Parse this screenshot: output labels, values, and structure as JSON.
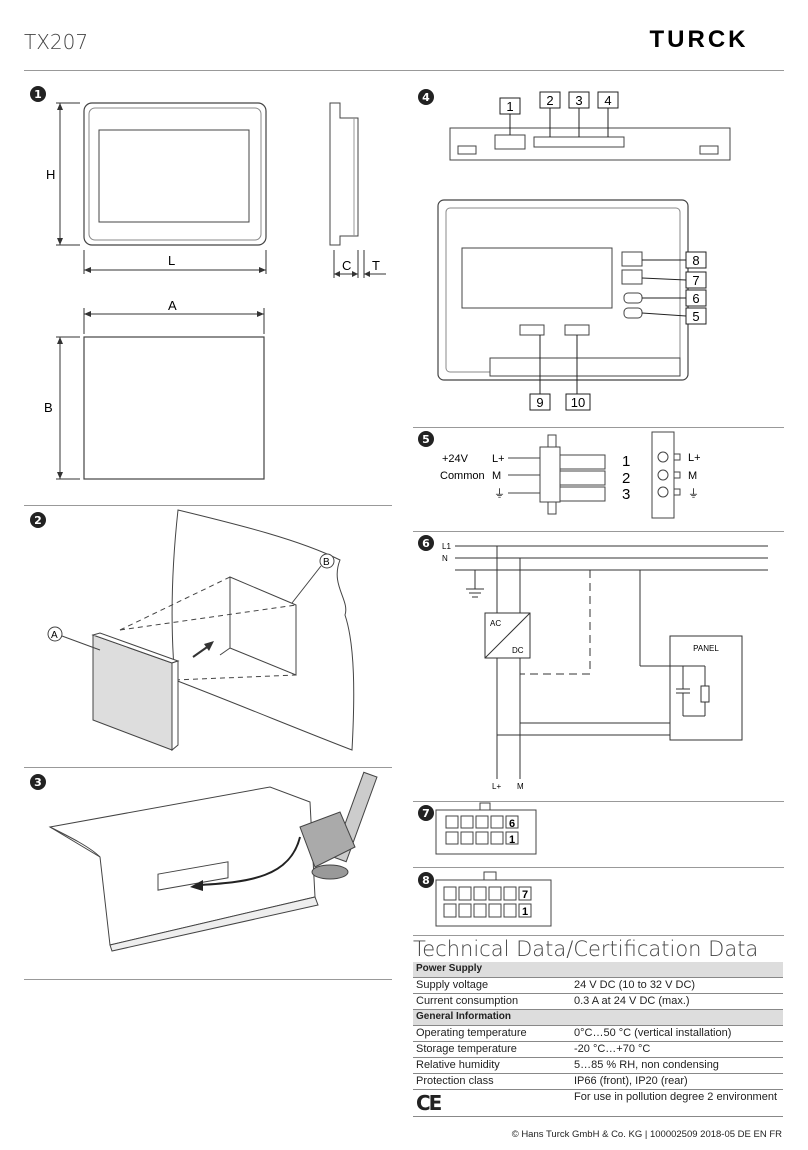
{
  "header": {
    "title": "TX207",
    "brand": "TURCK"
  },
  "sections": {
    "s1": {
      "num": "1",
      "H": "H",
      "L": "L",
      "C": "C",
      "T": "T",
      "A": "A",
      "B": "B"
    },
    "s2": {
      "num": "2",
      "a": "A",
      "b": "B"
    },
    "s3": {
      "num": "3"
    },
    "s4": {
      "num": "4",
      "callouts": [
        "1",
        "2",
        "3",
        "4",
        "5",
        "6",
        "7",
        "8",
        "9",
        "10"
      ]
    },
    "s5": {
      "num": "5",
      "plus24": "+24V",
      "common": "Common",
      "lplus": "L+",
      "m": "M",
      "pins": [
        "1",
        "2",
        "3"
      ],
      "r_lplus": "L+",
      "r_m": "M"
    },
    "s6": {
      "num": "6",
      "l1": "L1",
      "n": "N",
      "ac": "AC",
      "dc": "DC",
      "panel": "PANEL",
      "bot_l": "L+",
      "bot_m": "M"
    },
    "s7": {
      "num": "7",
      "top": "6",
      "bottom": "1"
    },
    "s8": {
      "num": "8",
      "top": "7",
      "bottom": "1"
    }
  },
  "tech": {
    "title": "Technical Data/Certification Data",
    "groups": [
      {
        "name": "Power Supply",
        "rows": [
          {
            "k": "Supply voltage",
            "v": "24 V DC (10 to 32 V DC)"
          },
          {
            "k": "Current consumption",
            "v": "0.3 A at 24 V DC (max.)"
          }
        ]
      },
      {
        "name": "General Information",
        "rows": [
          {
            "k": "Operating temperature",
            "v": "0°C…50 °C (vertical installation)"
          },
          {
            "k": "Storage temperature",
            "v": "-20 °C…+70 °C"
          },
          {
            "k": "Relative humidity",
            "v": "5…85 % RH, non condensing"
          },
          {
            "k": "Protection class",
            "v": "IP66 (front), IP20 (rear)"
          }
        ]
      }
    ],
    "ce_mark": "CE",
    "ce_text": "For use in pollution degree 2 environment"
  },
  "footer": {
    "text": "© Hans Turck GmbH & Co. KG | 100002509 2018-05 DE EN FR"
  }
}
